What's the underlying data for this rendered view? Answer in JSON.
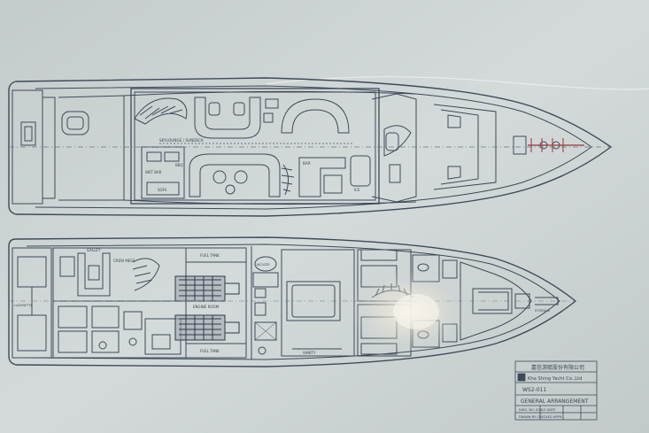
{
  "colors": {
    "paper": "#c9d0cf",
    "paper_light": "#dfe4e3",
    "ink": "#3d4a57",
    "ink_light": "#6a7784",
    "accent_red": "#a0333a",
    "glare": "#f3efe6"
  },
  "upper_deck": {
    "labels": {
      "skylounge": "SKYLOUNGE / SUNDECK",
      "bar": "BAR",
      "wet_bar": "WET BAR",
      "bbq": "BBQ",
      "sofa": "SOFA",
      "ice": "ICE"
    }
  },
  "lower_deck": {
    "labels": {
      "galley": "GALLEY",
      "crew": "CREW MESS",
      "fuel_top": "FUEL TANK",
      "fuel_bottom": "FUEL TANK",
      "engine_room": "ENGINE ROOM",
      "jacuzzi": "JACUZZI",
      "vanity": "VANITY",
      "lazarette": "LAZARETTE",
      "storage": "STORAGE"
    }
  },
  "title_block": {
    "company_cn": "嘉信游艇股份有限公司",
    "company_en": "Kha Shing Yacht Co.,Ltd",
    "drawing_no": "WS2-011",
    "drawing_title": "GENERAL ARRANGEMENT",
    "row1": "DWG. NO.   SCALE   DATE",
    "row2": "DRAWN BY   CHECKED   APPR."
  }
}
